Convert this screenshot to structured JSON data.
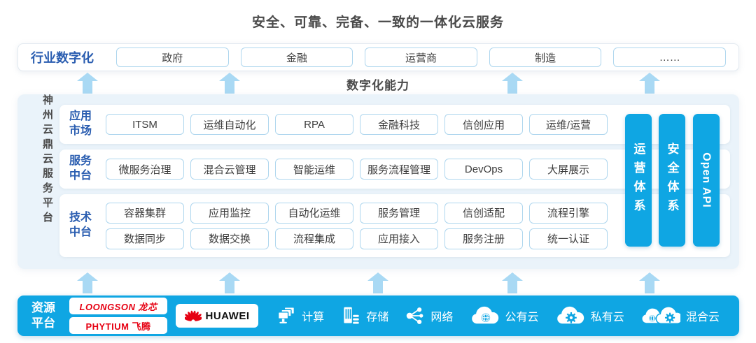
{
  "title": "安全、可靠、完备、一致的一体化云服务",
  "industry": {
    "label": "行业数字化",
    "items": [
      "政府",
      "金融",
      "运营商",
      "制造",
      "……"
    ]
  },
  "digital_capability_label": "数字化能力",
  "platform": {
    "side_label": "神州云鼎云服务平台",
    "rows": [
      {
        "label": "应用市场",
        "items": [
          "ITSM",
          "运维自动化",
          "RPA",
          "金融科技",
          "信创应用",
          "运维/运营"
        ]
      },
      {
        "label": "服务中台",
        "items": [
          "微服务治理",
          "混合云管理",
          "智能运维",
          "服务流程管理",
          "DevOps",
          "大屏展示"
        ]
      },
      {
        "label": "技术中台",
        "items": [
          "容器集群",
          "应用监控",
          "自动化运维",
          "服务管理",
          "信创适配",
          "流程引擎"
        ],
        "items2": [
          "数据同步",
          "数据交换",
          "流程集成",
          "应用接入",
          "服务注册",
          "统一认证"
        ]
      }
    ],
    "pillars": [
      "运营体系",
      "安全体系",
      "Open API"
    ]
  },
  "resources": {
    "label": "资源平台",
    "vendors": [
      {
        "name": "loongson",
        "text": "LOONGSON 龙芯"
      },
      {
        "name": "phytium",
        "text": "PHYTIUM 飞腾"
      },
      {
        "name": "huawei",
        "text": "HUAWEI"
      }
    ],
    "items": [
      {
        "icon": "compute-icon",
        "label": "计算"
      },
      {
        "icon": "storage-icon",
        "label": "存储"
      },
      {
        "icon": "network-icon",
        "label": "网络"
      },
      {
        "icon": "public-cloud-icon",
        "label": "公有云"
      },
      {
        "icon": "private-cloud-icon",
        "label": "私有云"
      },
      {
        "icon": "hybrid-cloud-icon",
        "label": "混合云"
      }
    ]
  },
  "colors": {
    "accent_blue": "#0fa6e3",
    "label_blue": "#2a5db0",
    "arrow_blue": "#a9d9f4",
    "panel_bg": "#eaf3fa",
    "logo_red": "#e60012",
    "text_dark": "#3d3d3d"
  }
}
